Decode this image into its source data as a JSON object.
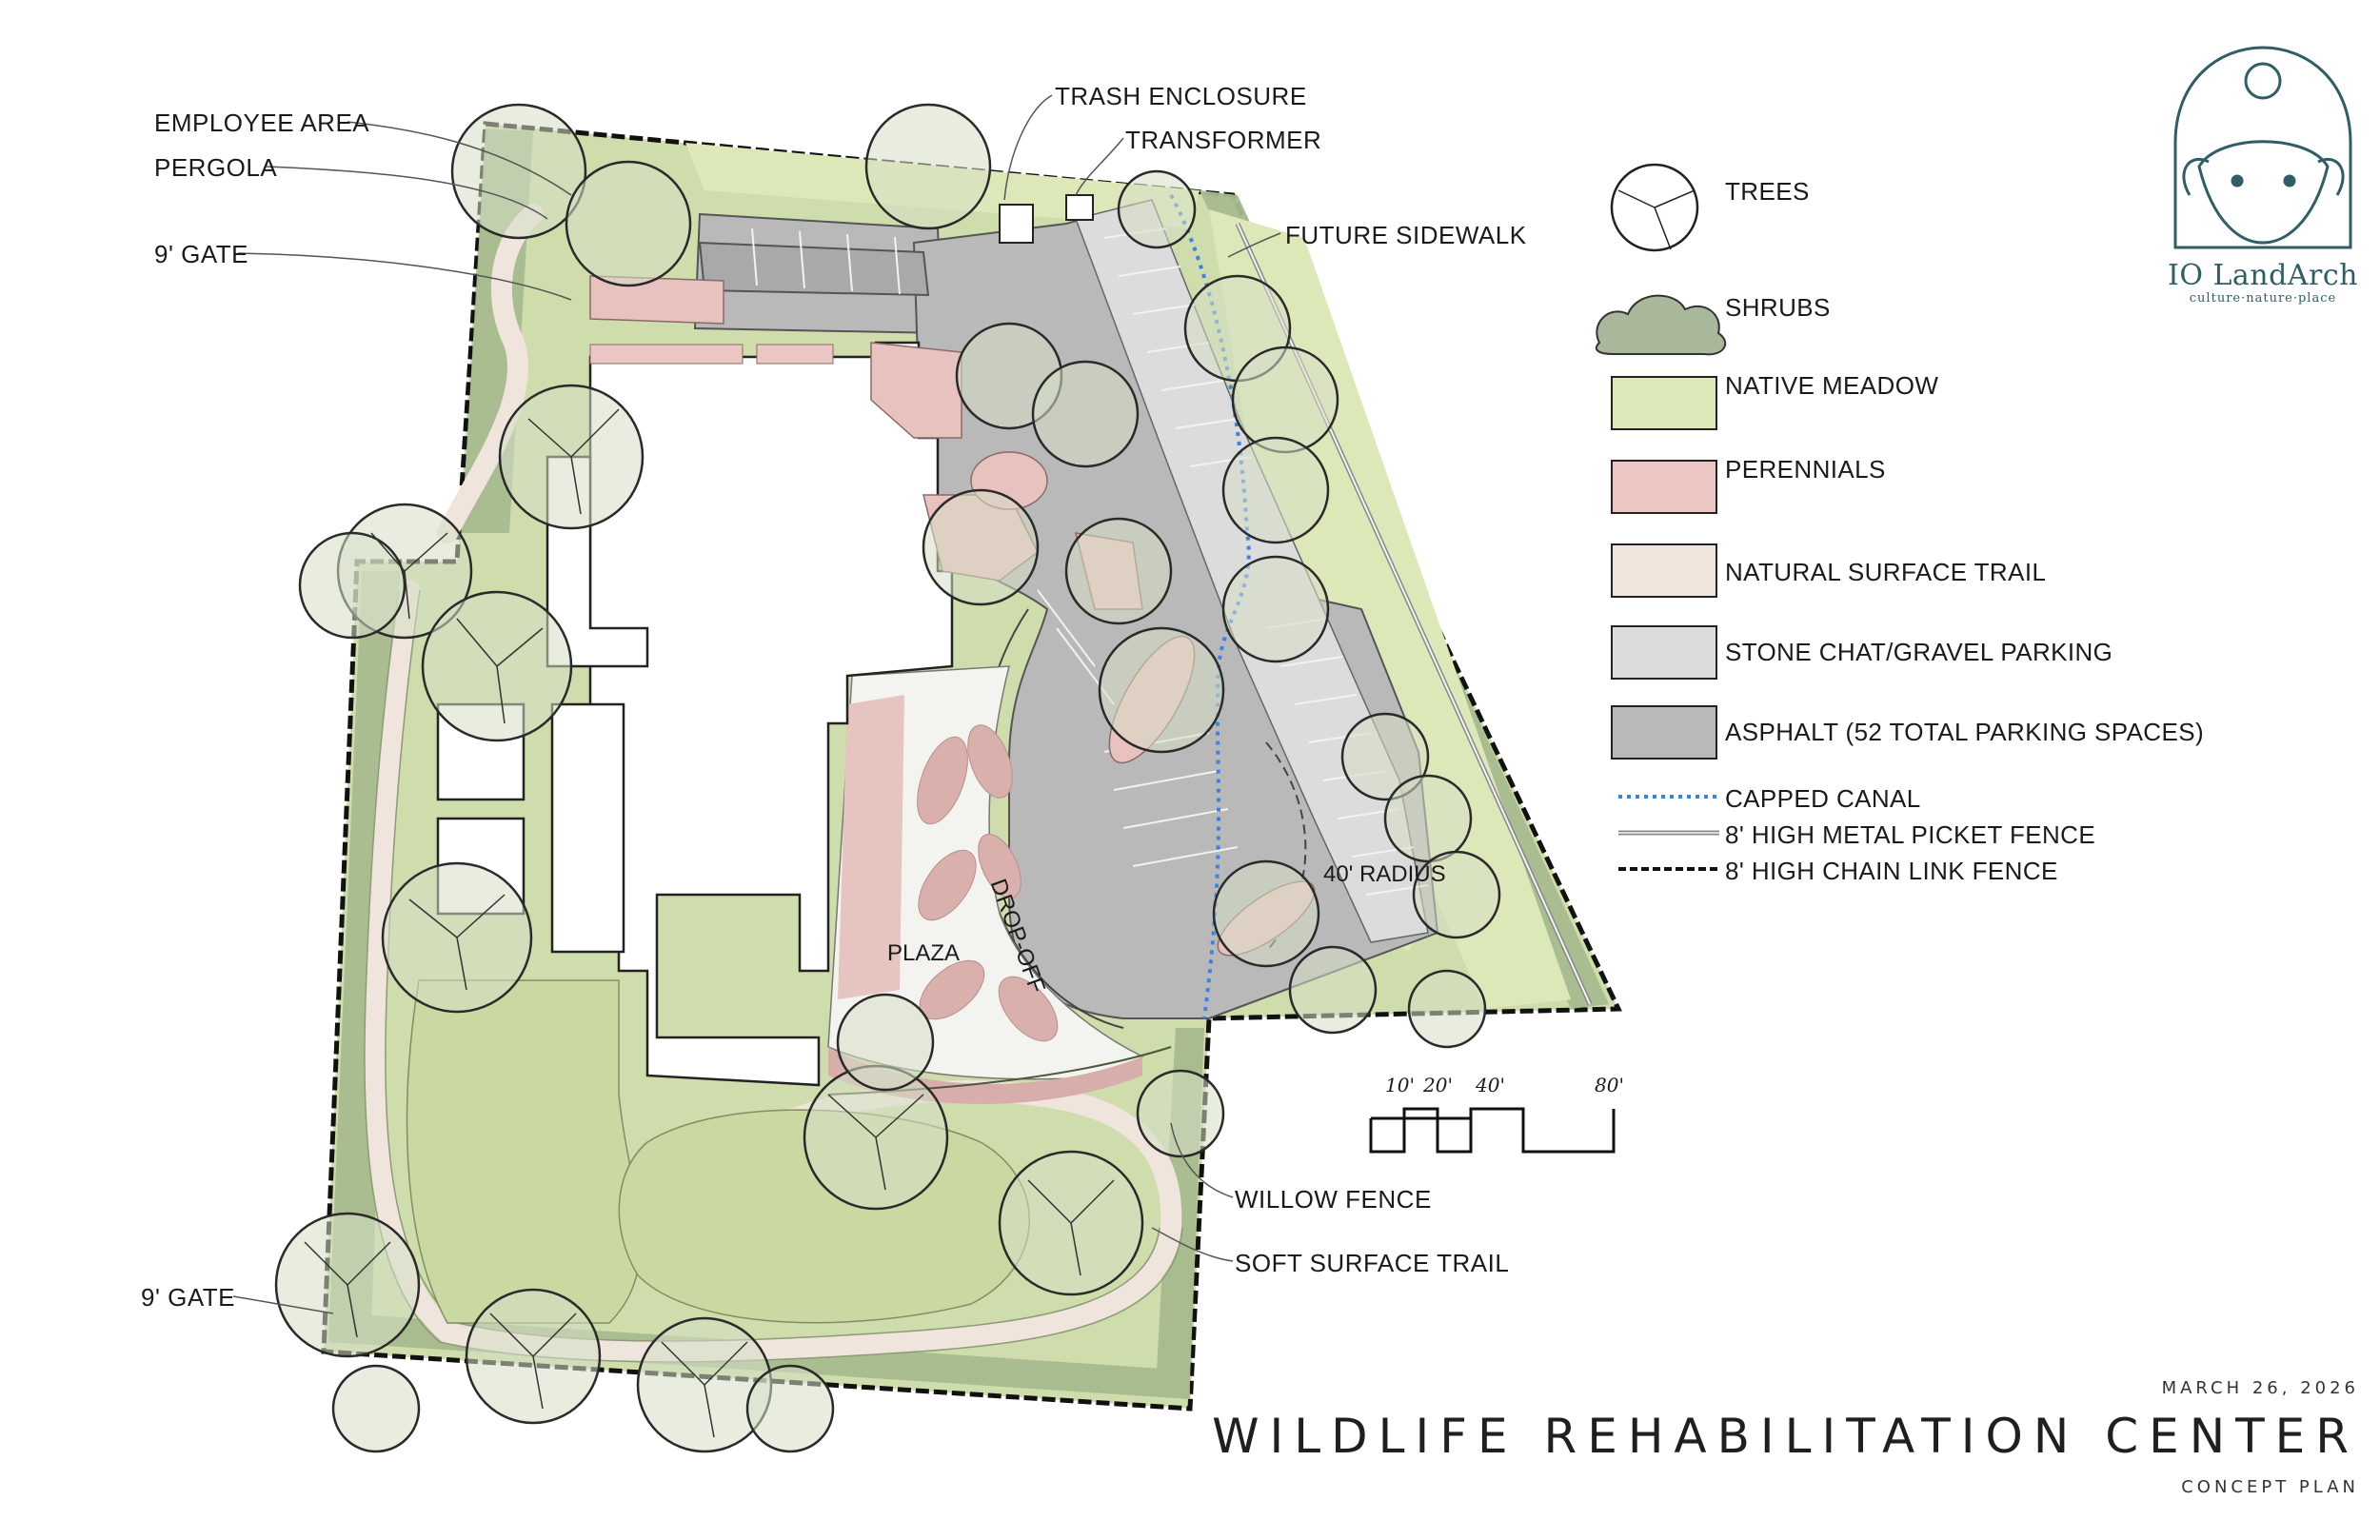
{
  "title": "WILDLIFE REHABILITATION CENTER",
  "date": "MARCH 26, 2026",
  "subtitle": "CONCEPT PLAN",
  "logo": {
    "name": "IO LandArch",
    "tagline": "culture·nature·place"
  },
  "callouts": {
    "employee_area": "EMPLOYEE AREA",
    "pergola": "PERGOLA",
    "gate_north": "9' GATE",
    "trash_enclosure": "TRASH ENCLOSURE",
    "transformer": "TRANSFORMER",
    "future_sidewalk": "FUTURE SIDEWALK",
    "willow_fence": "WILLOW FENCE",
    "soft_surface_trail": "SOFT SURFACE TRAIL",
    "gate_south": "9' GATE"
  },
  "plan_labels": {
    "plaza": "PLAZA",
    "drop_off": "DROP-OFF",
    "radius": "40' RADIUS"
  },
  "legend": [
    {
      "key": "trees",
      "label": "TREES",
      "icon": "tree-icon"
    },
    {
      "key": "shrubs",
      "label": "SHRUBS",
      "icon": "shrub-icon",
      "color": "#a9b79a"
    },
    {
      "key": "native_meadow",
      "label": "NATIVE MEADOW",
      "color": "#dde8b8"
    },
    {
      "key": "perennials",
      "label": "PERENNIALS",
      "color": "#ecc6c3"
    },
    {
      "key": "natural_trail",
      "label": "NATURAL SURFACE TRAIL",
      "color": "#efe5dc"
    },
    {
      "key": "gravel_parking",
      "label": "STONE CHAT/GRAVEL PARKING",
      "color": "#dcdcdc"
    },
    {
      "key": "asphalt",
      "label": "ASPHALT (52 TOTAL PARKING SPACES)",
      "color": "#b9b9b9"
    },
    {
      "key": "capped_canal",
      "label": "CAPPED CANAL",
      "color": "#3b82e6"
    },
    {
      "key": "metal_fence",
      "label": "8' HIGH METAL PICKET FENCE",
      "color": "#777777"
    },
    {
      "key": "chain_fence",
      "label": "8' HIGH CHAIN LINK FENCE",
      "color": "#111111"
    }
  ],
  "scale_bar": {
    "ticks": [
      "10'",
      "20'",
      "40'",
      "80'"
    ]
  },
  "colors": {
    "lawn": "#cad9a1",
    "meadow": "#dde8b8",
    "hedge": "#a8bb8e",
    "perennial": "#ecc6c3",
    "trail": "#efe5dc",
    "gravel": "#dcdcdc",
    "asphalt": "#b9b9b9",
    "logo": "#2f5e66"
  }
}
